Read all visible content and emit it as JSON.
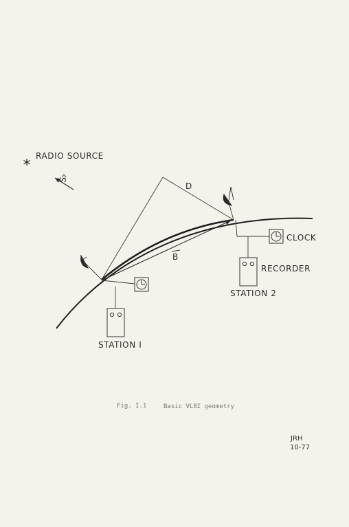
{
  "labels": {
    "radio_source": "RADIO SOURCE",
    "source_vector": "S",
    "delay": "D",
    "baseline": "B",
    "clock": "CLOCK",
    "recorder": "RECORDER",
    "station1": "STATION I",
    "station2": "STATION 2"
  },
  "caption": {
    "fig": "Fig. I.1",
    "text": "Basic VLBI geometry"
  },
  "signature": {
    "initials": "JRH",
    "date": "10-77"
  },
  "colors": {
    "paper": "#f4f2ea",
    "ink": "#2a2a2a"
  }
}
